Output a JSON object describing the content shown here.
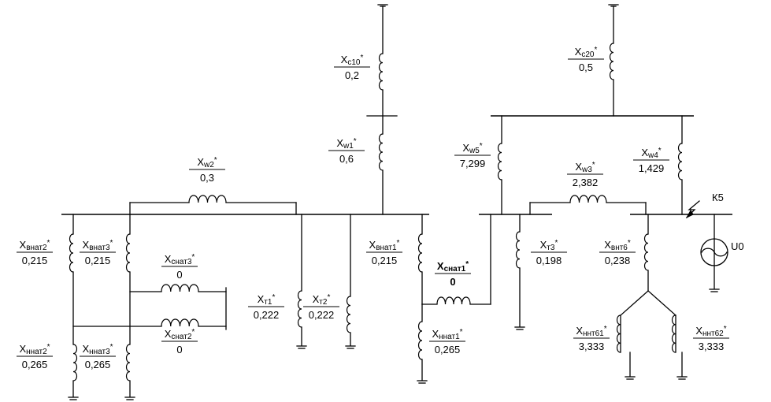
{
  "diagram": {
    "elements": [
      {
        "id": "xc10",
        "name": "Xс10*",
        "value": "0,2"
      },
      {
        "id": "xc20",
        "name": "Xс20*",
        "value": "0,5"
      },
      {
        "id": "xw1",
        "name": "Xw1*",
        "value": "0,6"
      },
      {
        "id": "xw2",
        "name": "Xw2*",
        "value": "0,3"
      },
      {
        "id": "xw3",
        "name": "Xw3*",
        "value": "2,382"
      },
      {
        "id": "xw4",
        "name": "Xw4*",
        "value": "1,429"
      },
      {
        "id": "xw5",
        "name": "Xw5*",
        "value": "7,299"
      },
      {
        "id": "xvnat2",
        "name": "Xвнат2*",
        "value": "0,215"
      },
      {
        "id": "xvnat3",
        "name": "Xвнат3*",
        "value": "0,215"
      },
      {
        "id": "xsnat3",
        "name": "Xснат3*",
        "value": "0"
      },
      {
        "id": "xsnat2",
        "name": "Xснат2*",
        "value": "0"
      },
      {
        "id": "xnnat2",
        "name": "Xннат2*",
        "value": "0,265"
      },
      {
        "id": "xnnat3",
        "name": "Xннат3*",
        "value": "0,265"
      },
      {
        "id": "xt1",
        "name": "Xт1*",
        "value": "0,222"
      },
      {
        "id": "xt2",
        "name": "Xт2*",
        "value": "0,222"
      },
      {
        "id": "xvnat1",
        "name": "Xвнат1*",
        "value": "0,215"
      },
      {
        "id": "xsnat1",
        "name": "Xснат1*",
        "value": "0"
      },
      {
        "id": "xnnat1",
        "name": "Xннат1*",
        "value": "0,265"
      },
      {
        "id": "xt3",
        "name": "Xт3*",
        "value": "0,198"
      },
      {
        "id": "xvnt6",
        "name": "Xвнт6*",
        "value": "0,238"
      },
      {
        "id": "xnnt61",
        "name": "Xннт61*",
        "value": "3,333"
      },
      {
        "id": "xnnt62",
        "name": "Xннт62*",
        "value": "3,333"
      }
    ],
    "fault_label": "К5",
    "source_label": "U0"
  }
}
